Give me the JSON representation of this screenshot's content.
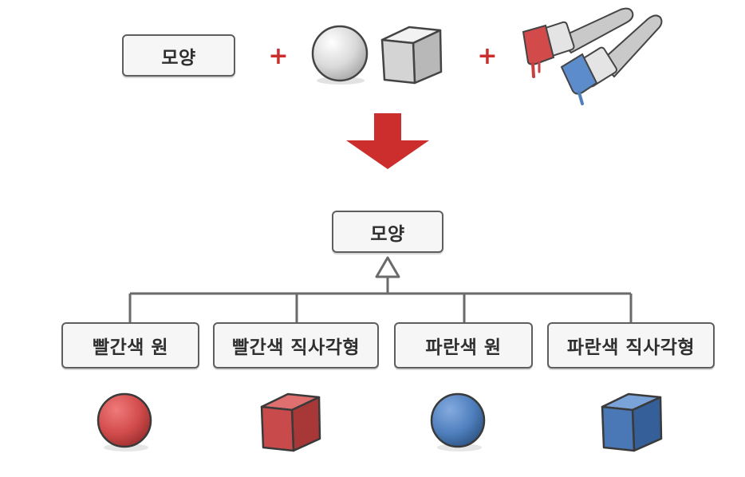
{
  "top": {
    "shape_label": "모양",
    "plus_1": "+",
    "plus_2": "+"
  },
  "hierarchy": {
    "parent_label": "모양",
    "children": [
      {
        "label": "빨간색 원",
        "color": "#d14f4f",
        "shape": "circle"
      },
      {
        "label": "빨간색 직사각형",
        "color": "#c94a4a",
        "shape": "cube"
      },
      {
        "label": "파란색 원",
        "color": "#4f7fbd",
        "shape": "circle"
      },
      {
        "label": "파란색 직사각형",
        "color": "#4a77b5",
        "shape": "cube"
      }
    ]
  },
  "colors": {
    "accent_red": "#cc2e2e",
    "outline": "#5e5e5e",
    "box_fill": "#f6f6f6"
  },
  "icons": [
    "sphere-icon",
    "cube-icon",
    "red-paintbrush-icon",
    "blue-paintbrush-icon",
    "down-arrow-icon",
    "inheritance-triangle-icon"
  ]
}
